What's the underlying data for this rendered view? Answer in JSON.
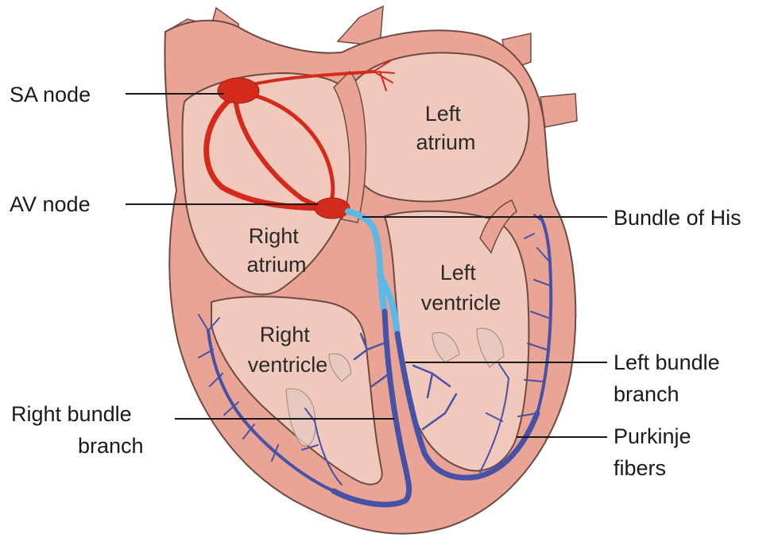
{
  "diagram": {
    "chambers": {
      "left_atrium": [
        "Left",
        "atrium"
      ],
      "right_atrium": [
        "Right",
        "atrium"
      ],
      "left_ventricle": [
        "Left",
        "ventricle"
      ],
      "right_ventricle": [
        "Right",
        "ventricle"
      ]
    },
    "labels": {
      "sa_node": [
        "SA node"
      ],
      "av_node": [
        "AV node"
      ],
      "bundle_of_his": [
        "Bundle of His"
      ],
      "left_bundle_branch": [
        "Left bundle",
        "branch"
      ],
      "right_bundle_branch": [
        "Right bundle",
        "branch"
      ],
      "purkinje_fibers": [
        "Purkinje",
        "fibers"
      ]
    },
    "colors": {
      "wall": "#e9a495",
      "wall_outline": "#6e4a44",
      "chamber_fill": "#f1c9bc",
      "sa_av_pathway": "#d42a1c",
      "bundle_of_his": "#5db8e6",
      "purkinje": "#4752a6"
    }
  }
}
